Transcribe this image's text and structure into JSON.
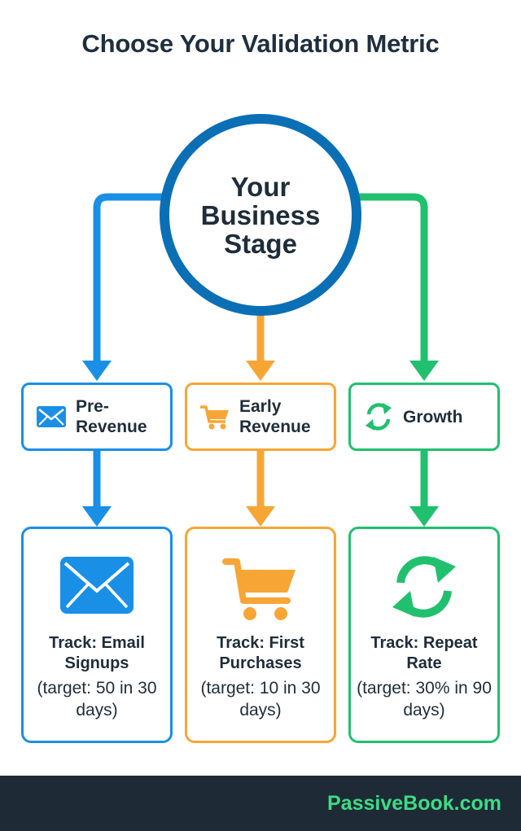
{
  "title": "Choose Your Validation Metric",
  "center": {
    "label": "Your Business Stage"
  },
  "stages": [
    {
      "label": "Pre-Revenue",
      "icon": "envelope-icon",
      "color": "#1a8fe6"
    },
    {
      "label": "Early Revenue",
      "icon": "shopping-cart-icon",
      "color": "#f7a636"
    },
    {
      "label": "Growth",
      "icon": "refresh-icon",
      "color": "#20c06e"
    }
  ],
  "metrics": [
    {
      "track": "Track: Email Signups",
      "target": "(target: 50 in 30 days)",
      "icon": "envelope-icon"
    },
    {
      "track": "Track: First Purchases",
      "target": "(target: 10 in 30 days)",
      "icon": "shopping-cart-icon"
    },
    {
      "track": "Track: Repeat Rate",
      "target": "(target: 30% in 90 days)",
      "icon": "refresh-icon"
    }
  ],
  "colors": {
    "center_ring": "#0a6fb5",
    "footer_bg": "#1e2a36",
    "brand": "#3ddc84"
  },
  "footer": {
    "brand": "PassiveBook.com"
  }
}
